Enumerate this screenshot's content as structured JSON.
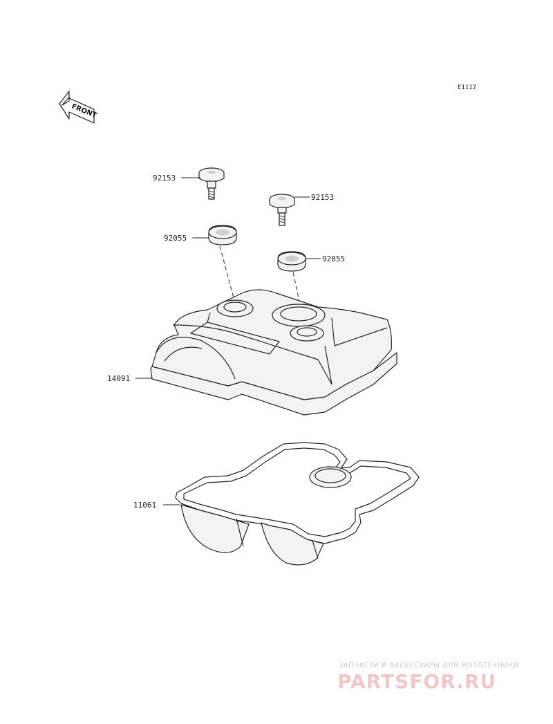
{
  "diagram_code": "E1112",
  "front_indicator": "FRONT",
  "parts": [
    {
      "number": "92153",
      "name": "bolt-left"
    },
    {
      "number": "92153",
      "name": "bolt-right"
    },
    {
      "number": "92055",
      "name": "washer-left"
    },
    {
      "number": "92055",
      "name": "washer-right"
    },
    {
      "number": "14091",
      "name": "cylinder-head-cover"
    },
    {
      "number": "11061",
      "name": "gasket"
    }
  ],
  "watermark": {
    "tagline": "ЗАПЧАСТИ И АКСЕССУАРЫ ДЛЯ МОТОТЕХНИКИ",
    "brand": "PARTSFOR.RU",
    "brand_color": "#e8a0a0"
  }
}
